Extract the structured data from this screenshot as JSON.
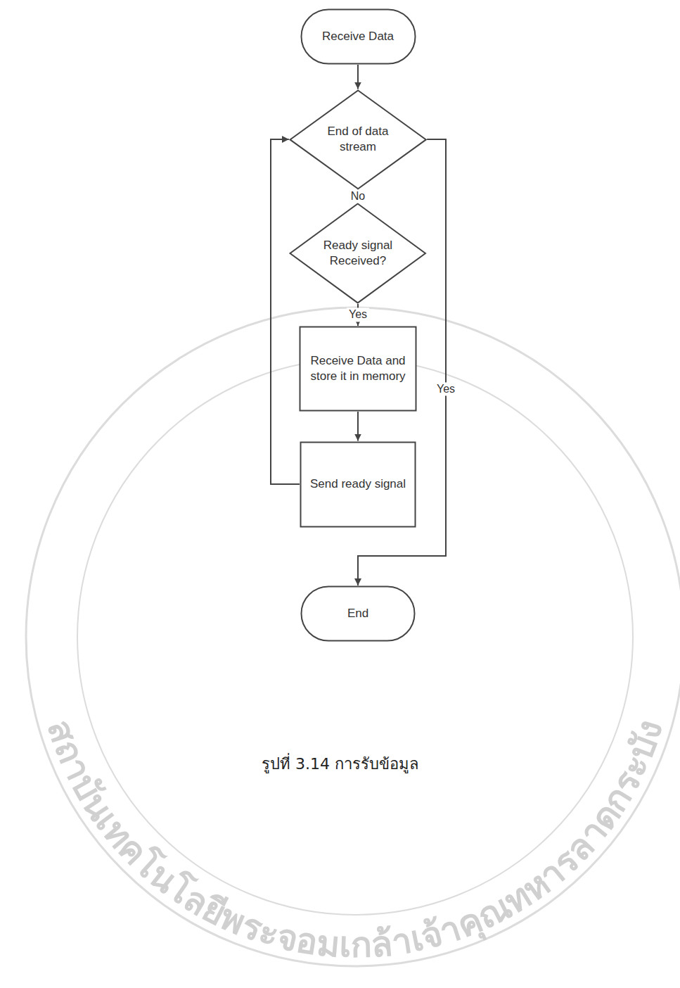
{
  "diagram": {
    "caption": "รูปที่ 3.14 การรับข้อมูล",
    "nodes": [
      {
        "text": [
          "Receive Data"
        ]
      },
      {
        "text": [
          "End of data stream"
        ]
      },
      {
        "text": [
          "Ready signal Received?"
        ]
      },
      {
        "text": [
          "Receive Data and store it in memory"
        ]
      },
      {
        "text": [
          "Send ready signal"
        ]
      },
      {
        "text": [
          "End"
        ]
      }
    ],
    "edges": [
      {
        "from": 0,
        "to": 1,
        "arrow": "to"
      },
      {
        "from": 1,
        "to": 2,
        "label": "No",
        "arrow": "to"
      },
      {
        "from": 2,
        "to": 3,
        "label": "Yes",
        "arrow": "to"
      },
      {
        "from": 3,
        "to": 4,
        "arrow": "to"
      },
      {
        "from": 4,
        "to": 1,
        "arrow": "to"
      },
      {
        "from": 1,
        "to": 5,
        "label": "Yes",
        "arrow": "to"
      }
    ],
    "labels": [
      "สถาบันเทคโนโลยีพระจอมเกล้าเจ้าคุณทหารลาดกระบัง"
    ]
  }
}
